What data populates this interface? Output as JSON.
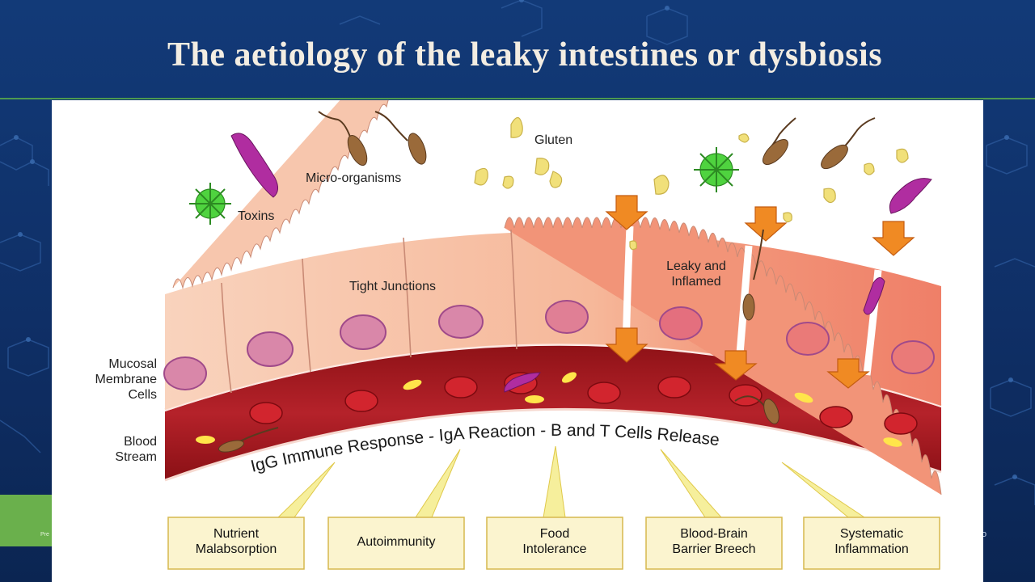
{
  "slide": {
    "title": "The aetiology of the leaky intestines or dysbiosis"
  },
  "diagram": {
    "labels": {
      "gluten": "Gluten",
      "micro_organisms": "Micro-organisms",
      "toxins": "Toxins",
      "tight_junctions": "Tight Junctions",
      "leaky_inflamed": [
        "Leaky and",
        "Inflamed"
      ],
      "mucosal": [
        "Mucosal",
        "Membrane",
        "Cells"
      ],
      "blood_stream": [
        "Blood",
        "Stream"
      ],
      "immune_response": "IgG Immune Response - IgA Reaction - B and T Cells Release"
    },
    "outcomes": [
      [
        "Nutrient",
        "Malabsorption"
      ],
      [
        "Autoimmunity"
      ],
      [
        "Food",
        "Intolerance"
      ],
      [
        "Blood-Brain",
        "Barrier Breech"
      ],
      [
        "Systematic",
        "Inflammation"
      ]
    ]
  },
  "colors": {
    "title_rule": "#4e9a50",
    "cell_light": "#f6c2a5",
    "cell_inflamed": "#f08e73",
    "blood": "#a81a1f",
    "arrow": "#f08a23",
    "box_fill": "#fbf4cf",
    "virus": "#4fd33f"
  }
}
